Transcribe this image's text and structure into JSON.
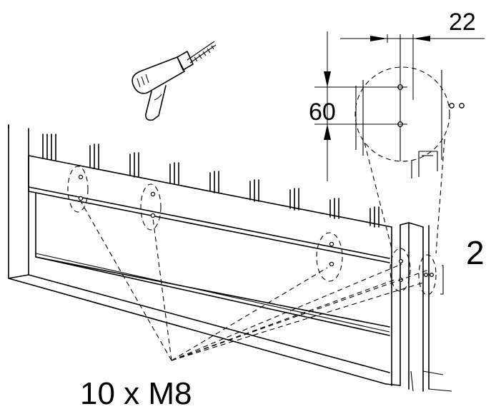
{
  "labels": {
    "dim_top": "22",
    "dim_side": "60",
    "step": "2",
    "fastener": "10 x M8"
  },
  "icons": {
    "tool": "drill-icon"
  },
  "colors": {
    "ink": "#000000",
    "paper": "#ffffff"
  }
}
